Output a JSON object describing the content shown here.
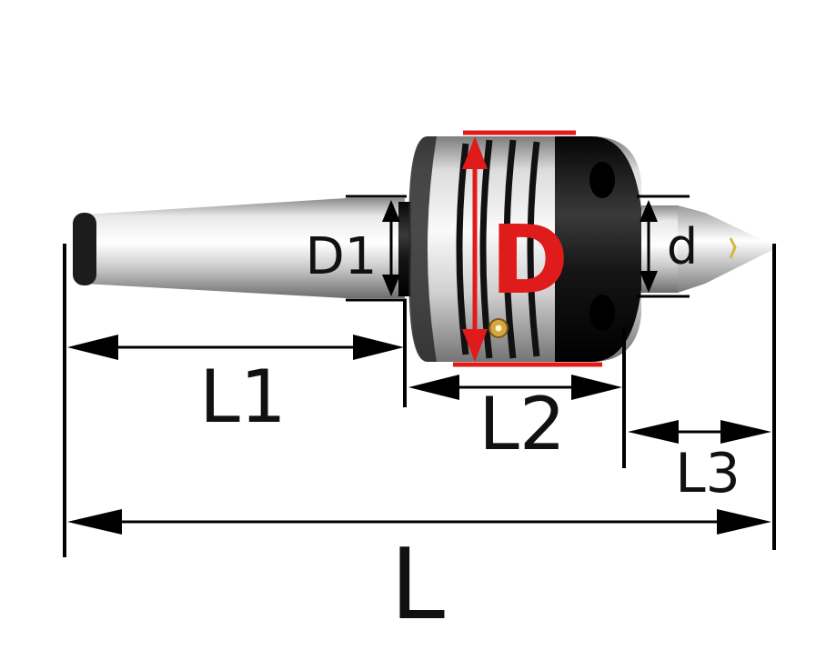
{
  "diagram": {
    "labels": {
      "L": "L",
      "L1": "L1",
      "L2": "L2",
      "L3": "L3",
      "D": "D",
      "D1": "D1",
      "d": "d"
    },
    "colors": {
      "line": "#000000",
      "accent": "#e01b1b",
      "steel_light": "#f2f2f2",
      "steel_mid": "#bdbdbd",
      "steel_dark": "#6f6f6f",
      "bearing_black": "#141414",
      "oil_nipple": "#d4a640"
    }
  }
}
